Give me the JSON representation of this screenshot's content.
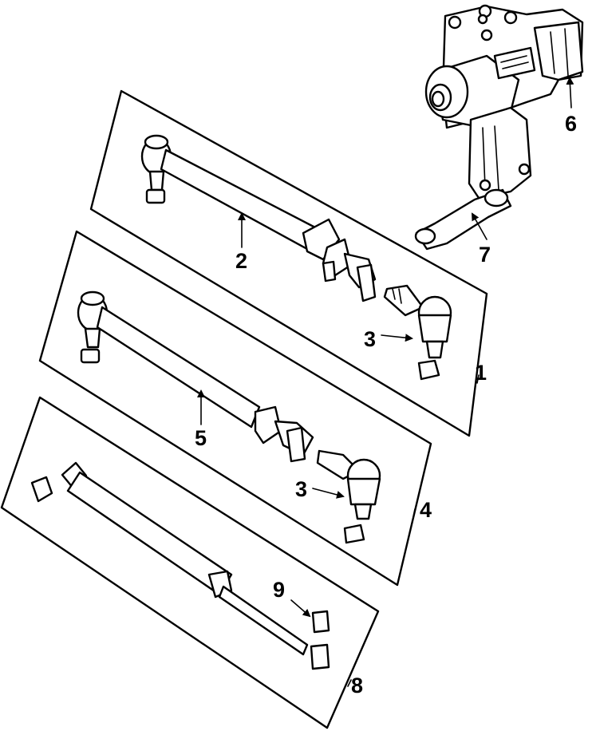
{
  "diagram": {
    "callouts": [
      {
        "id": "c1",
        "text": "1"
      },
      {
        "id": "c2",
        "text": "2"
      },
      {
        "id": "c3a",
        "text": "3"
      },
      {
        "id": "c3b",
        "text": "3"
      },
      {
        "id": "c4",
        "text": "4"
      },
      {
        "id": "c5",
        "text": "5"
      },
      {
        "id": "c6",
        "text": "6"
      },
      {
        "id": "c7",
        "text": "7"
      },
      {
        "id": "c8",
        "text": "8"
      },
      {
        "id": "c9",
        "text": "9"
      }
    ]
  }
}
